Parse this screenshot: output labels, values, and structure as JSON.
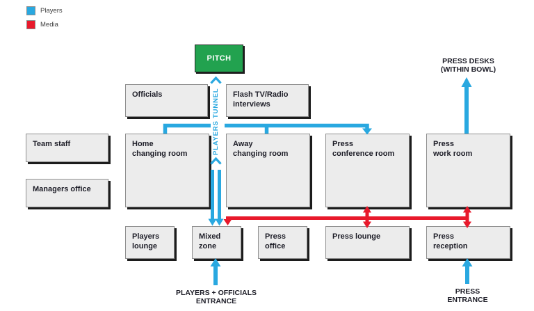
{
  "colors": {
    "players_blue": "#29a8e0",
    "media_red": "#e8192b",
    "pitch_green": "#22a24f",
    "box_fill": "#ececec",
    "box_shadow": "#1c1c1c",
    "text_dark": "#1d1d27"
  },
  "legend": {
    "players_label": "Players",
    "media_label": "Media"
  },
  "rooms": {
    "pitch": "PITCH",
    "officials": "Officials",
    "flash_interviews": "Flash TV/Radio\ninterviews",
    "team_staff": "Team staff",
    "managers_office": "Managers office",
    "home_changing": "Home\nchanging room",
    "away_changing": "Away\nchanging room",
    "press_conference": "Press\nconference room",
    "press_work": "Press\nwork room",
    "players_lounge": "Players\nlounge",
    "mixed_zone": "Mixed\nzone",
    "press_office": "Press\noffice",
    "press_lounge": "Press lounge",
    "press_reception": "Press\nreception"
  },
  "annotations": {
    "players_tunnel": "PLAYERS TUNNEL",
    "press_desks": "PRESS DESKS\n(WITHIN BOWL)",
    "players_officials_entrance": "PLAYERS + OFFICIALS\nENTRANCE",
    "press_entrance": "PRESS\nENTRANCE"
  }
}
